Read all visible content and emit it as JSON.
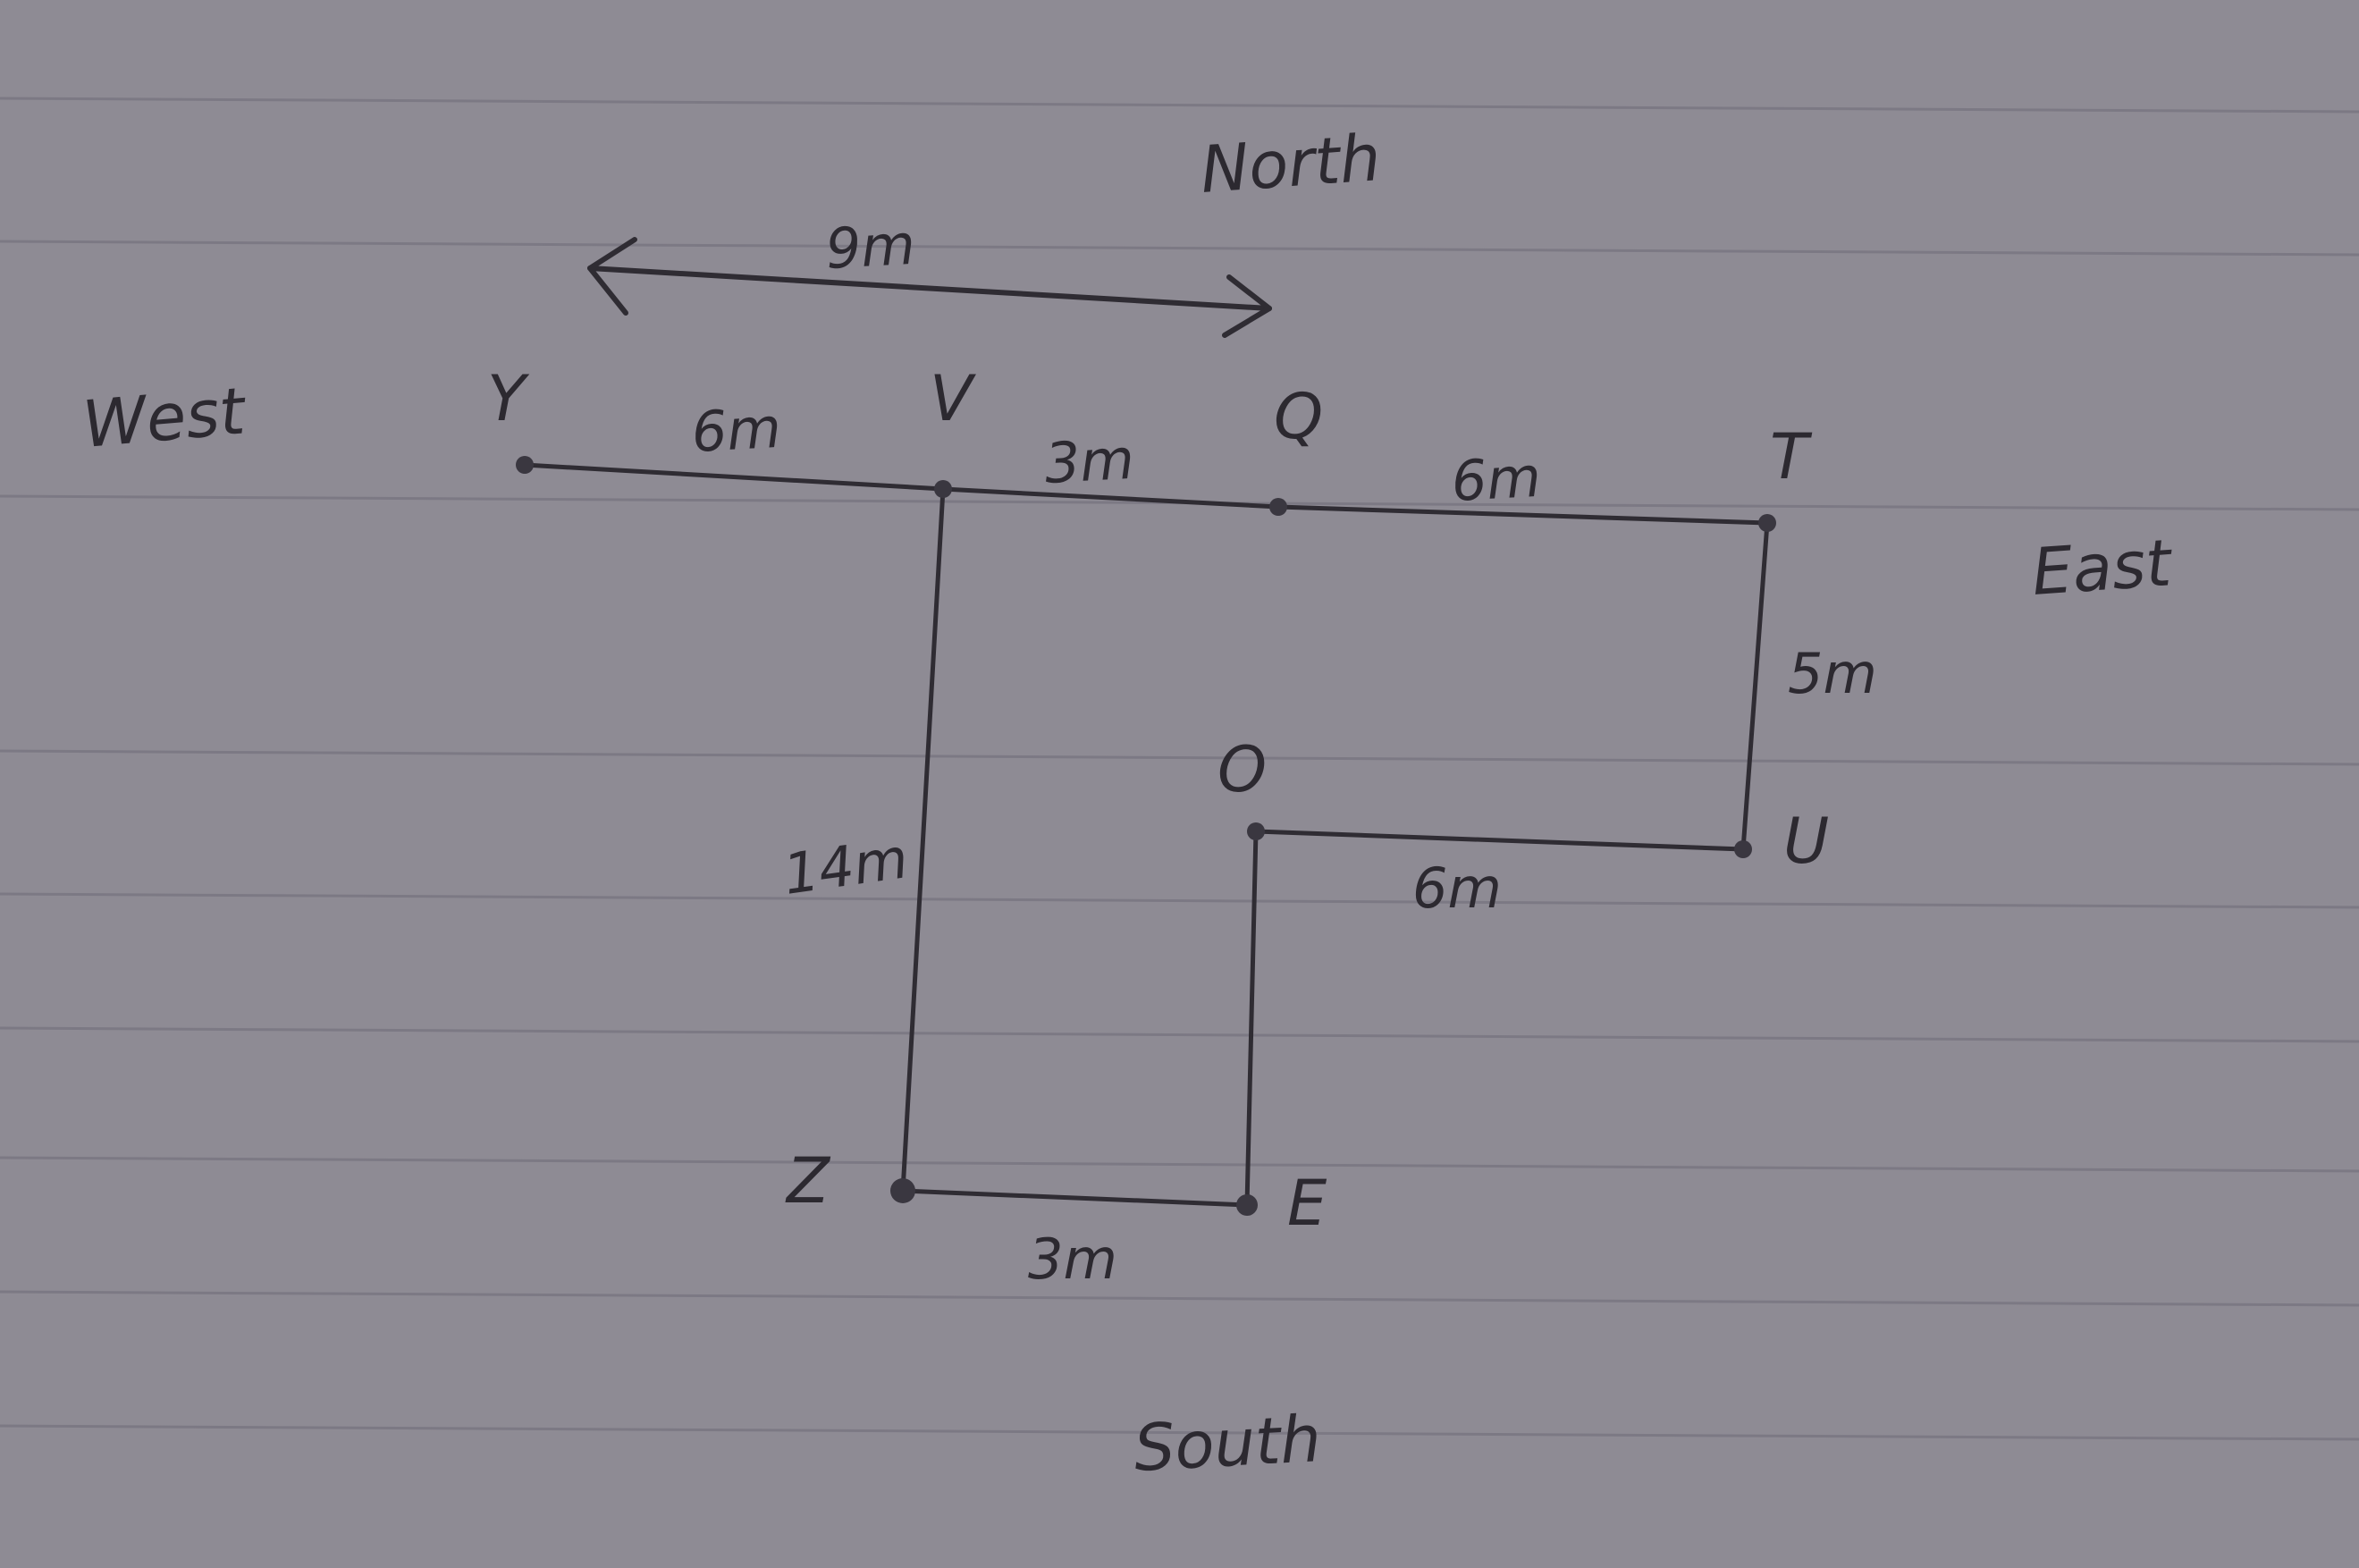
{
  "directions": {
    "north": "North",
    "south": "South",
    "east": "East",
    "west": "West"
  },
  "points": {
    "Y": "Y",
    "V": "V",
    "Q": "Q",
    "T": "T",
    "U": "U",
    "O": "O",
    "Z": "Z",
    "E": "E"
  },
  "lengths": {
    "arrow_span": "9m",
    "Y_V": "6m",
    "V_Q": "3m",
    "Q_T": "6m",
    "T_U": "5m",
    "O_U": "6m",
    "V_Z": "14m",
    "Z_E": "3m"
  },
  "colors": {
    "paper": "#8e8b94",
    "ink": "#2f2c33"
  }
}
